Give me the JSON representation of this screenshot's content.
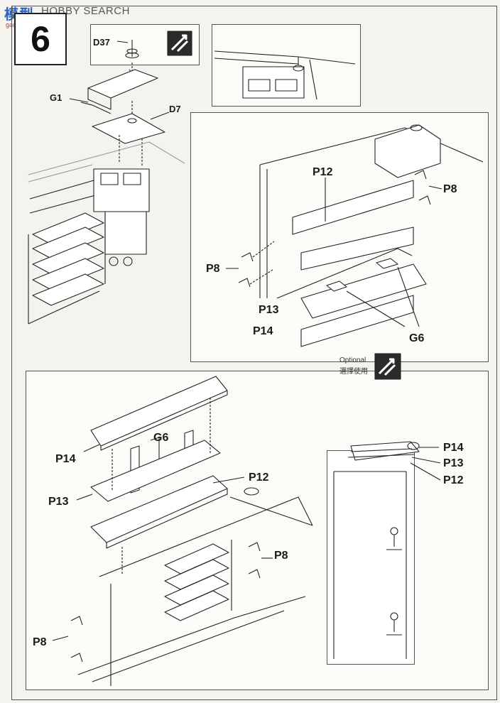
{
  "watermark": {
    "cjk": "模型",
    "title": "HOBBY SEARCH",
    "url": "gao.shou.com"
  },
  "step": {
    "number": "6"
  },
  "parts": {
    "d37": "D37",
    "g1": "G1",
    "d7": "D7",
    "p12": "P12",
    "p8": "P8",
    "p13": "P13",
    "p14": "P14",
    "g6": "G6"
  },
  "optional": {
    "en": "Optional",
    "zh": "選擇使用"
  },
  "icons": {
    "swap": "swap-arrows-icon"
  },
  "colors": {
    "ink": "#222222",
    "paper": "#fbfbf8",
    "background": "#f4f3ee",
    "watermark_blue": "#2a62c9"
  }
}
